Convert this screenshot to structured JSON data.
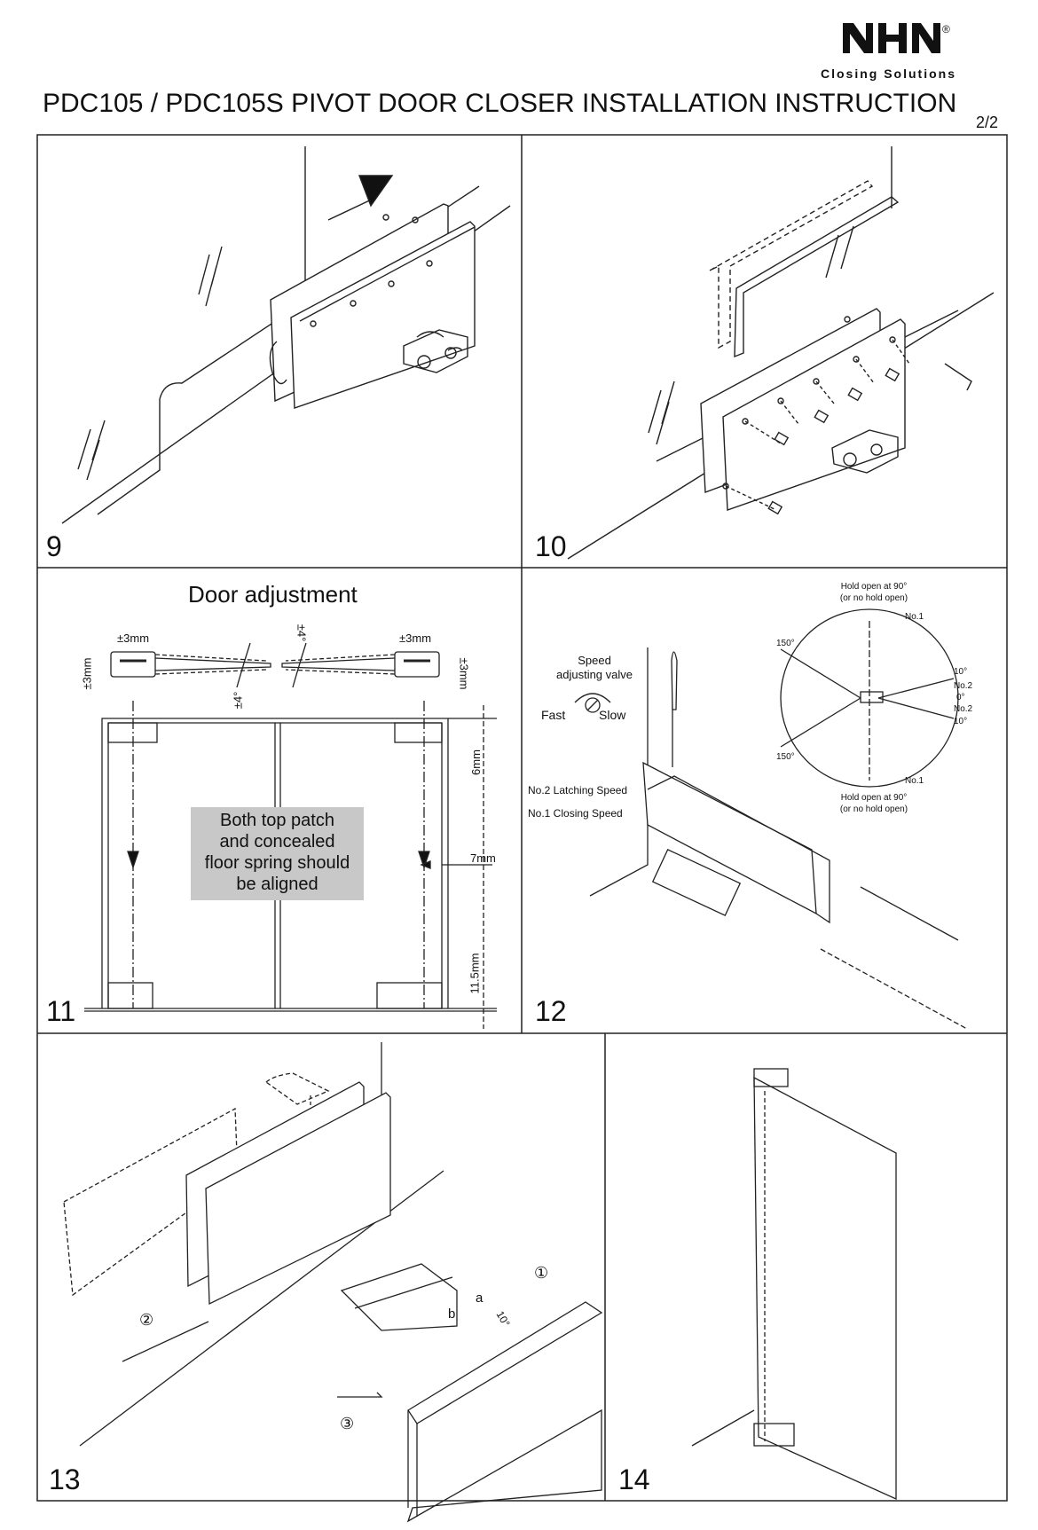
{
  "header": {
    "brand": "NHN",
    "registered": "®",
    "brand_sub": "Closing Solutions",
    "title": "PDC105 / PDC105S PIVOT DOOR CLOSER INSTALLATION INSTRUCTION",
    "page": "2/2"
  },
  "steps": [
    {
      "number": "9"
    },
    {
      "number": "10"
    },
    {
      "number": "11",
      "heading": "Door adjustment",
      "note": [
        "Both top patch",
        "and concealed",
        "floor spring should",
        "be aligned"
      ],
      "dims": {
        "pm3_a": "±3mm",
        "pm3_b": "±3mm",
        "pm3_c": "±3mm",
        "pm3_d": "±3mm",
        "pm4_a": "±4°",
        "pm4_b": "±4°",
        "gap_top": "6mm",
        "gap_side": "7mm",
        "gap_bottom": "11.5mm"
      }
    },
    {
      "number": "12",
      "speed_valve": [
        "Speed",
        "adjusting valve"
      ],
      "fast": "Fast",
      "slow": "Slow",
      "latching": "No.2 Latching Speed",
      "closing": "No.1 Closing Speed",
      "hold_top": [
        "Hold open at 90°",
        "(or no hold open)"
      ],
      "hold_bottom": [
        "Hold open at 90°",
        "(or no hold open)"
      ],
      "angles": {
        "no1_top": "No.1",
        "no1_bottom": "No.1",
        "deg150_top": "150°",
        "deg150_bottom": "150°",
        "deg10_top": "10°",
        "no2_top": "No.2",
        "deg0": "0°",
        "no2_bottom": "No.2",
        "deg10_bottom": "10°"
      }
    },
    {
      "number": "13",
      "callouts": {
        "c1": "①",
        "c2": "②",
        "c3": "③",
        "a": "a",
        "b": "b",
        "deg10": "10°"
      }
    },
    {
      "number": "14"
    }
  ]
}
